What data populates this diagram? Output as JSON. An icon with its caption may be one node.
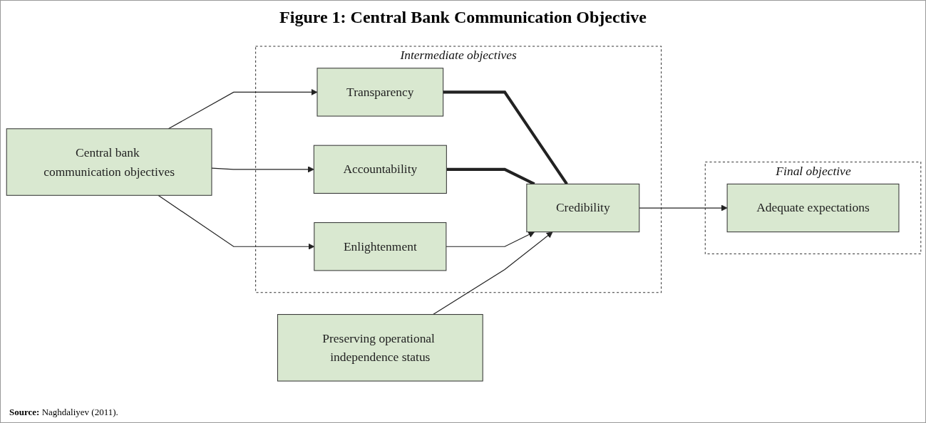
{
  "diagram": {
    "title": "Figure 1: Central Bank Communication Objective",
    "caption": "**Source:** Naghdaliyev (2011).",
    "nodes": [
      {
        "text": [
          "Central bank communication objectives"
        ]
      },
      {
        "text": [
          "Intermediate objectives"
        ]
      },
      {
        "text": [
          "Transparency"
        ],
        "in": 1
      },
      {
        "text": [
          "Accountability"
        ],
        "in": 1
      },
      {
        "text": [
          "Enlightenment"
        ],
        "in": 1
      },
      {
        "text": [
          "Credibility"
        ],
        "in": 1
      },
      {
        "text": [
          "Final objective"
        ]
      },
      {
        "text": [
          "Adequate expectations"
        ],
        "in": 6
      },
      {
        "text": [
          "Preserving operational independence status"
        ]
      }
    ],
    "edges": [
      {
        "from": 0,
        "to": 2,
        "arrow": "to"
      },
      {
        "from": 0,
        "to": 3,
        "arrow": "to"
      },
      {
        "from": 0,
        "to": 4,
        "arrow": "to"
      },
      {
        "from": 2,
        "to": 5,
        "arrow": "none",
        "style": "thick"
      },
      {
        "from": 3,
        "to": 5,
        "arrow": "none",
        "style": "thick"
      },
      {
        "from": 4,
        "to": 5,
        "arrow": "to"
      },
      {
        "from": 8,
        "to": 5,
        "arrow": "to"
      },
      {
        "from": 5,
        "to": 7,
        "arrow": "to"
      }
    ]
  }
}
